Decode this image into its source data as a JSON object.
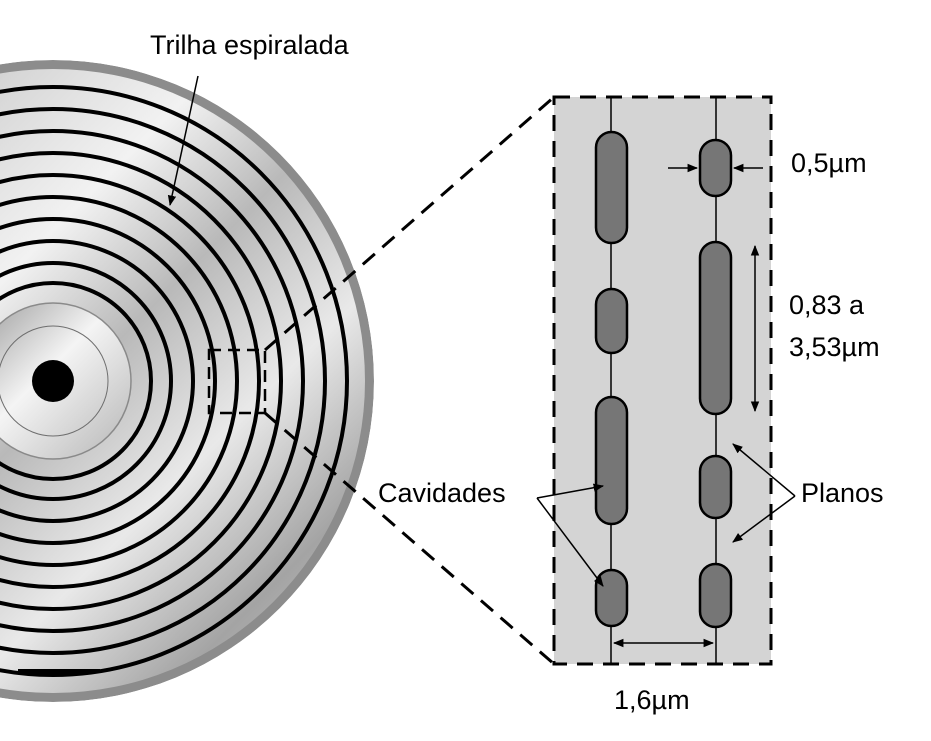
{
  "labels": {
    "spiral_track": "Trilha espiralada",
    "pit_width": "0,5µm",
    "pit_length_line1": "0,83 a",
    "pit_length_line2": "3,53µm",
    "pits": "Cavidades",
    "lands": "Planos",
    "track_pitch": "1,6µm"
  },
  "colors": {
    "background": "#ffffff",
    "disc_rim": "#8c8c8c",
    "track": "#000000",
    "zoom_panel": "#d4d4d4",
    "pit_fill": "#767676",
    "outline": "#000000"
  }
}
